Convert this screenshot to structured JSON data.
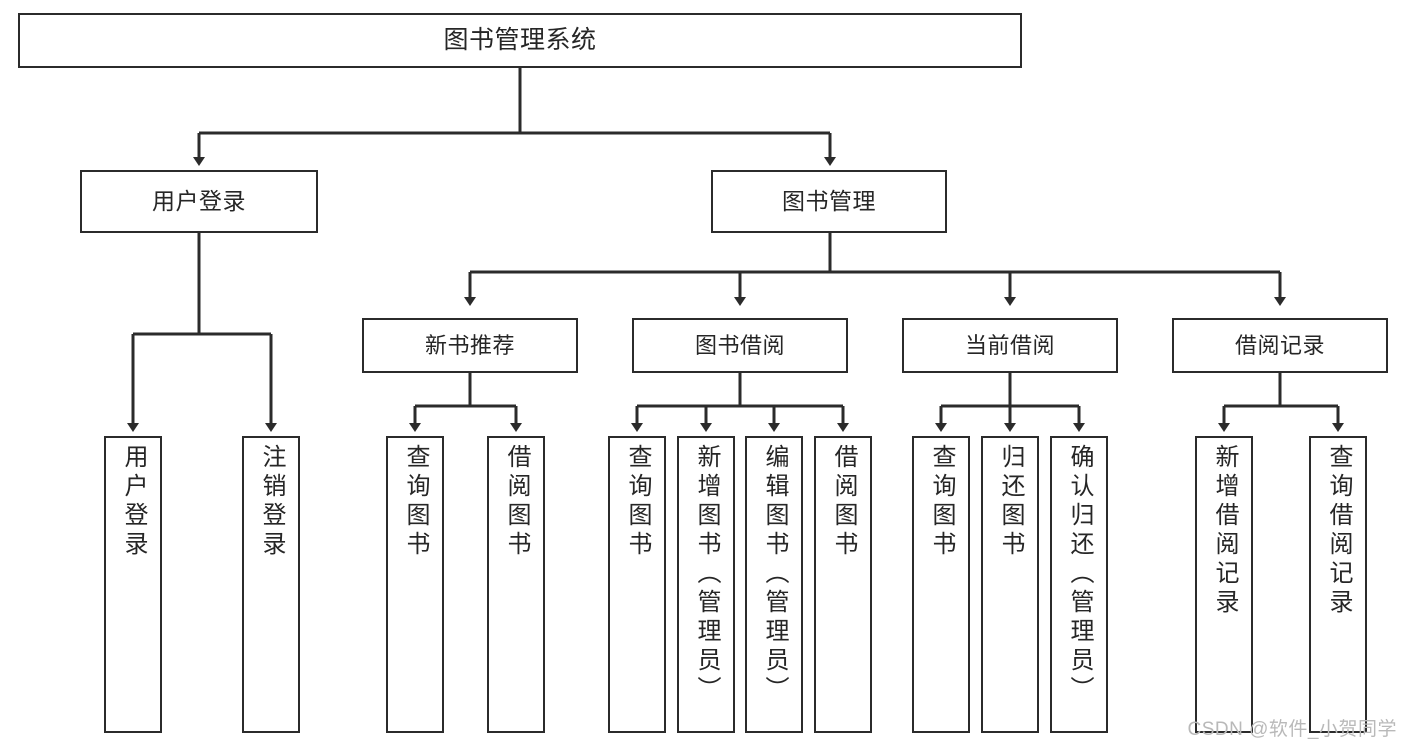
{
  "diagram": {
    "title": "图书管理系统",
    "type": "functional-structure-tree",
    "root": {
      "label": "图书管理系统"
    },
    "level2": [
      {
        "label": "用户登录"
      },
      {
        "label": "图书管理"
      }
    ],
    "level3": [
      {
        "label": "新书推荐"
      },
      {
        "label": "图书借阅"
      },
      {
        "label": "当前借阅"
      },
      {
        "label": "借阅记录"
      }
    ],
    "leaves": {
      "user_login": [
        {
          "label": "用户登录"
        },
        {
          "label": "注销登录"
        }
      ],
      "new_book_recommend": [
        {
          "label": "查询图书"
        },
        {
          "label": "借阅图书"
        }
      ],
      "book_borrow": [
        {
          "label": "查询图书"
        },
        {
          "label": "新增图书（管理员）"
        },
        {
          "label": "编辑图书（管理员）"
        },
        {
          "label": "借阅图书"
        }
      ],
      "current_borrow": [
        {
          "label": "查询图书"
        },
        {
          "label": "归还图书"
        },
        {
          "label": "确认归还（管理员）"
        }
      ],
      "borrow_record": [
        {
          "label": "新增借阅记录"
        },
        {
          "label": "查询借阅记录"
        }
      ]
    }
  },
  "watermark": {
    "text": "CSDN @软件_小贺同学"
  },
  "colors": {
    "stroke": "#2b2b2b",
    "text": "#262626",
    "background": "#ffffff",
    "watermark": "#b9b9b9"
  }
}
